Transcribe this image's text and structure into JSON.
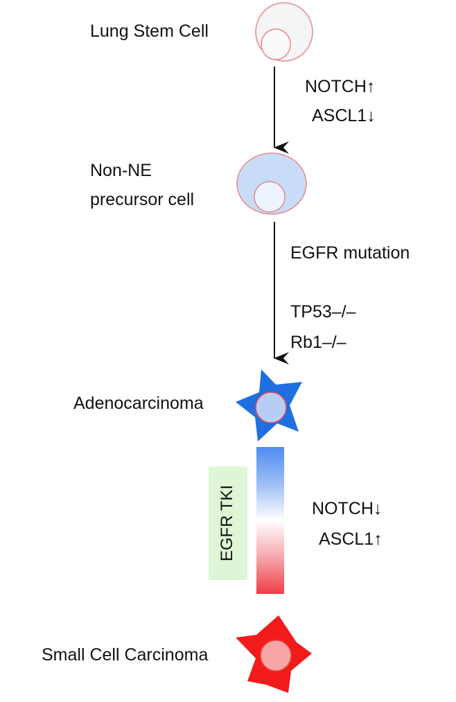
{
  "cells": {
    "stem": "Lung Stem Cell",
    "precursor_line1": "Non-NE",
    "precursor_line2": "precursor cell",
    "adeno": "Adenocarcinoma",
    "sclc": "Small Cell Carcinoma"
  },
  "step1": {
    "notch": "NOTCH↑",
    "ascl1": "ASCL1↓"
  },
  "step2": {
    "egfr": "EGFR mutation",
    "tp53": "TP53–/–",
    "rb1": "Rb1–/–"
  },
  "step3": {
    "tki": "EGFR TKI",
    "notch": "NOTCH↓",
    "ascl1": "ASCL1↑"
  },
  "colors": {
    "stem_fill": "#f5f5f5",
    "precursor_fill": "#c8dcf8",
    "adeno_fill": "#1f6fe0",
    "sclc_fill": "#f21b1b",
    "outline": "#e48a8a",
    "tki_bg": "#dff5d6"
  }
}
